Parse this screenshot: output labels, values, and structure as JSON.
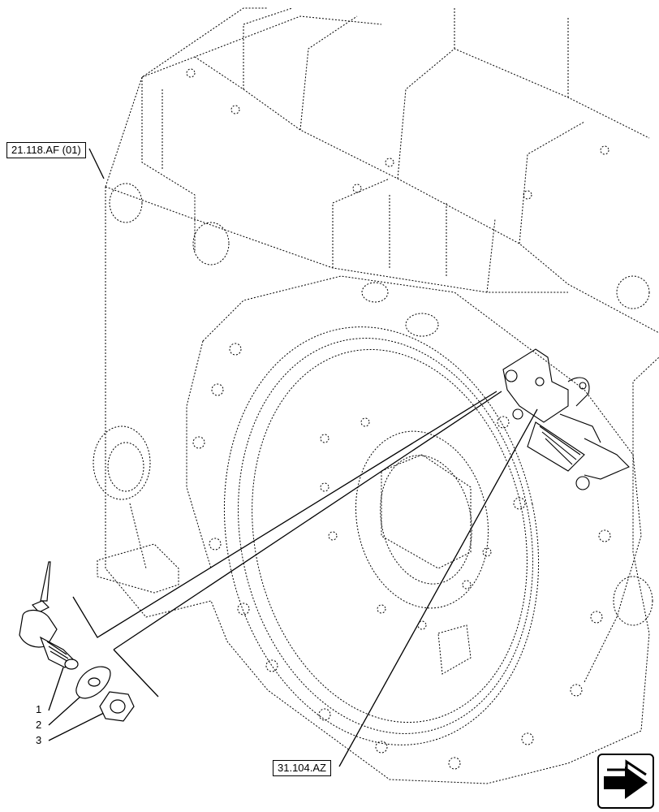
{
  "references": {
    "top_left": "21.118.AF (01)",
    "bottom": "31.104.AZ"
  },
  "items": [
    {
      "number": "1"
    },
    {
      "number": "2"
    },
    {
      "number": "3"
    }
  ],
  "nav_icon": "next-page-arrow-icon"
}
